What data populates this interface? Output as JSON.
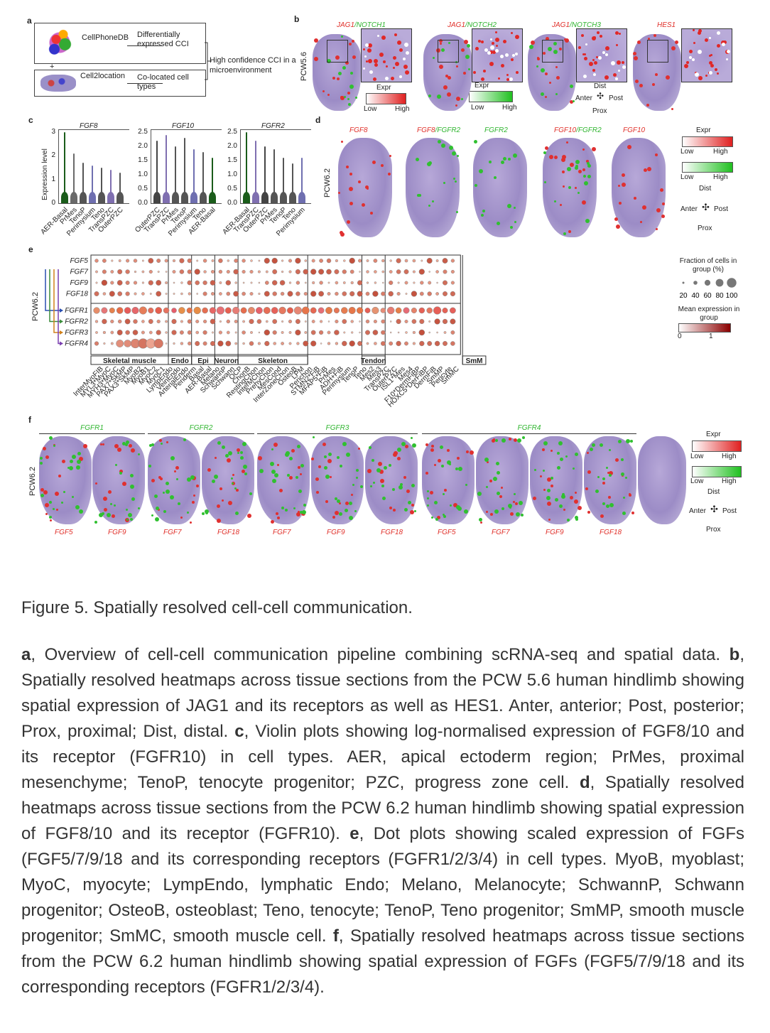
{
  "panels": {
    "a": {
      "label": "a",
      "box1": {
        "text1": "CellPhoneDB",
        "text2": "Differentially expressed CCI"
      },
      "plus": "+",
      "box2": {
        "text1": "Cell2location",
        "text2": "Co-located cell types"
      },
      "result": "High confidence CCI in a microenvironment"
    },
    "b": {
      "label": "b",
      "stage": "PCW5.6",
      "titles": [
        {
          "part1": "JAG1",
          "part2": "/NOTCH1"
        },
        {
          "part1": "JAG1",
          "part2": "/NOTCH2"
        },
        {
          "part1": "JAG1",
          "part2": "/NOTCH3"
        },
        {
          "part1": "HES1",
          "part2": ""
        }
      ],
      "legend_red": {
        "title": "Expr",
        "low": "Low",
        "high": "High"
      },
      "legend_green": {
        "title": "Expr",
        "low": "Low",
        "high": "High"
      },
      "compass": {
        "top": "Dist",
        "left": "Anter",
        "right": "Post",
        "bottom": "Prox"
      }
    },
    "c": {
      "label": "c",
      "ylabel": "Expression level"
    },
    "d": {
      "label": "d",
      "stage": "PCW6.2",
      "titles": [
        {
          "part1": "FGF8",
          "part2": ""
        },
        {
          "part1": "FGF8",
          "part2": "/FGFR2"
        },
        {
          "part1": "FGFR2",
          "part2": ""
        },
        {
          "part1": "FGF10",
          "part2": "/FGFR2"
        },
        {
          "part1": "FGF10",
          "part2": ""
        }
      ],
      "legend_red": {
        "title": "Expr",
        "low": "Low",
        "high": "High"
      },
      "legend_green": {
        "low": "Low",
        "high": "High"
      },
      "compass": {
        "top": "Dist",
        "left": "Anter",
        "right": "Post",
        "bottom": "Prox"
      }
    },
    "e": {
      "label": "e",
      "stage": "PCW6.2",
      "ligands": [
        "FGF5",
        "FGF7",
        "FGF9",
        "FGF18"
      ],
      "receptors": [
        "FGFR1",
        "FGFR2",
        "FGFR3",
        "FGFR4"
      ],
      "groups": [
        {
          "name": "Skeletal muscle",
          "count": 10
        },
        {
          "name": "Endo",
          "count": 3
        },
        {
          "name": "Epi",
          "count": 3
        },
        {
          "name": "Neuron",
          "count": 3
        },
        {
          "name": "Skeleton",
          "count": 9
        },
        {
          "name": "",
          "count": 7
        },
        {
          "name": "Tendon",
          "count": 3
        },
        {
          "name": "",
          "count": 10
        },
        {
          "name": "SmM",
          "count": 3
        }
      ],
      "celltypes": [
        "InterMyoFIB",
        "MYL3*MyoC",
        "MYH3*MyoC",
        "PAX7*SkMP",
        "PAX3*SkMP",
        "MyoB2",
        "MyoB1",
        "MyoC2",
        "MyoC1",
        "LympEndo",
        "VeinEndo",
        "ArterialEndo",
        "Periderm",
        "Basal",
        "AER-Basal",
        "Melano",
        "SchwannP",
        "Schwann",
        "OCP",
        "ChonB",
        "RestingChon",
        "InterMChon",
        "PrehyChon",
        "MesCond",
        "InterZoneChon",
        "OsteoB",
        "LPM",
        "Perichon",
        "STMN2*FiB",
        "MFAP5*FiB",
        "PrMes",
        "ADH+FiB",
        "Perimysium",
        "TenoP",
        "Teno",
        "Mes2",
        "Mes3",
        "TransPZC",
        "OuterPZC",
        "ISL1*Mes",
        "Mes4",
        "F10*DermFiBP",
        "HOXC5*DerFiBP",
        "DermFiB",
        "SmMP",
        "Pericyte",
        "SmMC"
      ],
      "legend_fraction": {
        "title": "Fraction of cells in group (%)",
        "ticks": [
          "20",
          "40",
          "60",
          "80",
          "100"
        ]
      },
      "legend_mean": {
        "title": "Mean expression in group",
        "min": "0",
        "max": "1"
      }
    },
    "f": {
      "label": "f",
      "stage": "PCW6.2",
      "receptor_titles": [
        "FGFR1",
        "FGFR2",
        "FGFR3",
        "FGFR4"
      ],
      "ligand_labels": [
        "FGF5",
        "FGF9",
        "FGF7",
        "FGF18",
        "FGF7",
        "FGF9",
        "FGF18",
        "FGF5",
        "FGF7",
        "FGF9",
        "FGF18"
      ],
      "legend_red": {
        "title": "Expr",
        "low": "Low",
        "high": "High"
      },
      "legend_green": {
        "low": "Low",
        "high": "High"
      },
      "compass": {
        "top": "Dist",
        "left": "Anter",
        "right": "Post",
        "bottom": "Prox"
      }
    }
  },
  "chart_data": [
    {
      "type": "violin",
      "title": "FGF8",
      "ylim": [
        0,
        3
      ],
      "yticks": [
        "0",
        "1",
        "2",
        "3"
      ],
      "categories": [
        "AER-Basal",
        "PrMes",
        "TenoP",
        "Perimysium",
        "Teno",
        "TransPZC",
        "OuterPZC"
      ],
      "values": [
        3.2,
        2.1,
        1.7,
        1.6,
        1.5,
        1.4,
        1.3
      ],
      "colors": [
        "#1a5c1a",
        "#6a6a6a",
        "#555555",
        "#6f6fb0",
        "#555555",
        "#7f6fb0",
        "#555555"
      ]
    },
    {
      "type": "violin",
      "title": "FGF10",
      "ylim": [
        0,
        2.5
      ],
      "yticks": [
        "0.0",
        "0.5",
        "1.0",
        "1.5",
        "2.0",
        "2.5"
      ],
      "categories": [
        "OuterPZC",
        "TransPZC",
        "PrMes",
        "TenoP",
        "Perimysium",
        "Teno",
        "AER-Basal"
      ],
      "values": [
        2.2,
        2.4,
        2.0,
        2.3,
        1.9,
        1.8,
        1.6
      ],
      "colors": [
        "#444444",
        "#7f6fb0",
        "#555555",
        "#555555",
        "#6f6fb0",
        "#555555",
        "#1a5c1a"
      ]
    },
    {
      "type": "violin",
      "title": "FGFR2",
      "ylim": [
        0,
        2.5
      ],
      "yticks": [
        "0.0",
        "0.5",
        "1.0",
        "1.5",
        "2.0",
        "2.5"
      ],
      "categories": [
        "AER-Basal",
        "TransPZC",
        "OuterPZC",
        "PrMes",
        "TenoP",
        "Teno",
        "Perimysium"
      ],
      "values": [
        2.6,
        2.2,
        2.0,
        1.9,
        1.6,
        1.4,
        1.6
      ],
      "colors": [
        "#1a5c1a",
        "#7f6fb0",
        "#444444",
        "#555555",
        "#555555",
        "#555555",
        "#6f6fb0"
      ]
    }
  ],
  "caption": {
    "title": "Figure 5. Spatially resolved cell-cell communication.",
    "body": [
      {
        "b": "a",
        "t": ", Overview of cell-cell communication pipeline combining scRNA-seq and spatial data. "
      },
      {
        "b": "b",
        "t": ", Spatially resolved heatmaps across tissue sections from the PCW 5.6 human hindlimb showing spatial expression of JAG1 and its receptors as well as HES1. Anter, anterior; Post, posterior; Prox, proximal; Dist, distal. "
      },
      {
        "b": "c",
        "t": ", Violin plots showing log-normalised expression of FGF8/10 and its receptor (FGFR10) in cell types. AER, apical ectoderm region; PrMes, proximal mesenchyme; TenoP, tenocyte progenitor; PZC, progress zone cell. "
      },
      {
        "b": "d",
        "t": ", Spatially resolved heatmaps across tissue sections from the PCW 6.2 human hindlimb showing spatial expression of FGF8/10 and its receptor (FGFR10). "
      },
      {
        "b": "e",
        "t": ", Dot plots showing scaled expression of FGFs (FGF5/7/9/18 and its corresponding receptors (FGFR1/2/3/4) in cell types. MyoB, myoblast; MyoC, myocyte; LympEndo, lymphatic Endo; Melano, Melanocyte; SchwannP, Schwann progenitor; OsteoB, osteoblast; Teno, tenocyte; TenoP, Teno progenitor; SmMP, smooth muscle progenitor; SmMC, smooth muscle cell. "
      },
      {
        "b": "f",
        "t": ", Spatially resolved heatmaps across tissue sections from the PCW 6.2 human hindlimb showing spatial expression of FGFs (FGF5/7/9/18 and its corresponding receptors (FGFR1/2/3/4)."
      }
    ]
  }
}
